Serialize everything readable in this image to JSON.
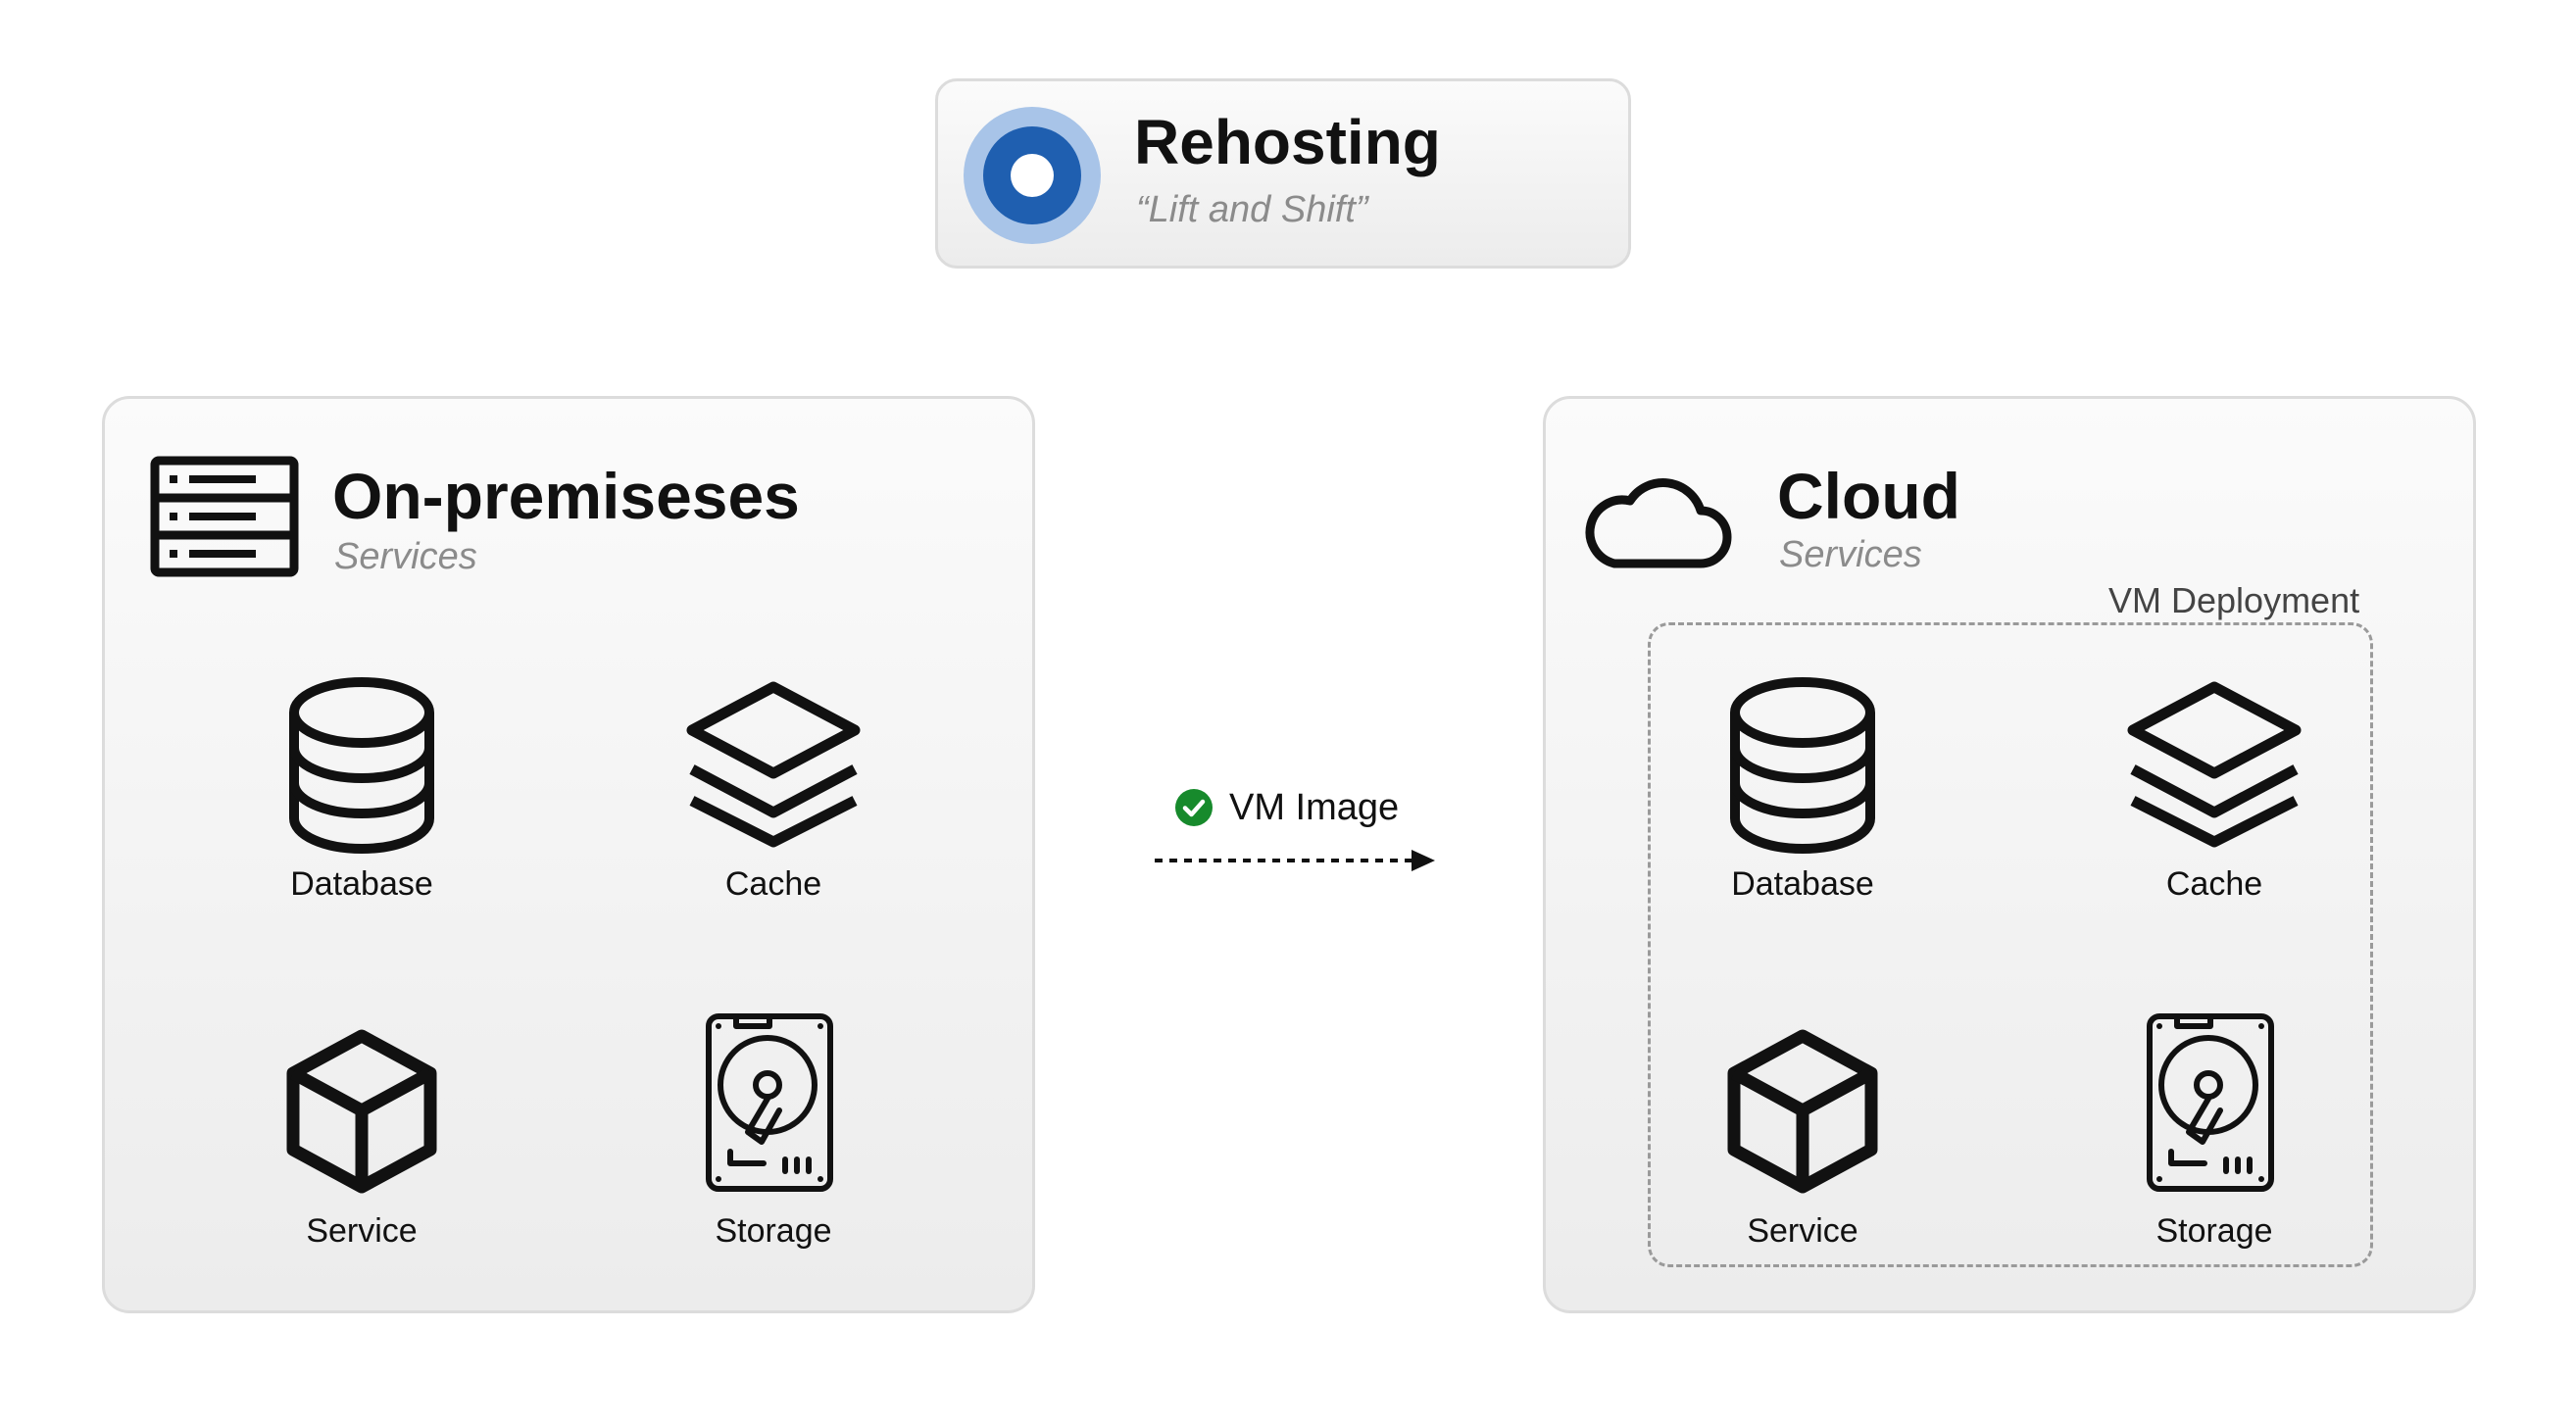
{
  "header": {
    "title": "Rehosting",
    "subtitle": "“Lift and Shift”"
  },
  "onprem": {
    "title": "On-premiseses",
    "subtitle": "Services",
    "services": [
      {
        "label": "Database",
        "icon": "database-icon"
      },
      {
        "label": "Cache",
        "icon": "layers-icon"
      },
      {
        "label": "Service",
        "icon": "cube-icon"
      },
      {
        "label": "Storage",
        "icon": "hard-drive-icon"
      }
    ]
  },
  "connector": {
    "label": "VM Image",
    "status_icon": "check-circle-icon",
    "status_color": "#178a2c"
  },
  "cloud": {
    "title": "Cloud",
    "subtitle": "Services",
    "group_label": "VM Deployment",
    "services": [
      {
        "label": "Database",
        "icon": "database-icon"
      },
      {
        "label": "Cache",
        "icon": "layers-icon"
      },
      {
        "label": "Service",
        "icon": "cube-icon"
      },
      {
        "label": "Storage",
        "icon": "hard-drive-icon"
      }
    ]
  },
  "colors": {
    "accent": "#1f5fb0",
    "accent_ring": "#a8c4e8",
    "subtitle": "#8b8b8b",
    "border": "#dcdcdc"
  }
}
